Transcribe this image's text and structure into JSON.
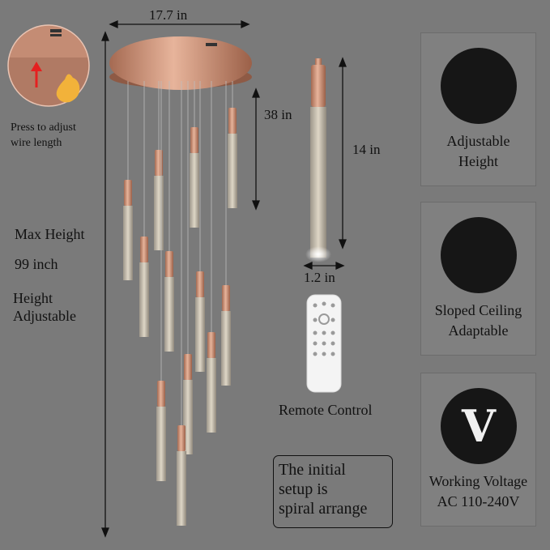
{
  "dimensions": {
    "width": "17.7 in",
    "drop": "38 in",
    "tube_length": "14 in",
    "tube_diameter": "1.2 in"
  },
  "inset": {
    "caption_line1": "Press to adjust",
    "caption_line2": "wire length"
  },
  "left_text": {
    "max_height_label": "Max Height",
    "max_height_value": "99 inch",
    "adjustable_line1": "Height",
    "adjustable_line2": "Adjustable"
  },
  "remote": {
    "label": "Remote Control"
  },
  "note": {
    "line1": "The initial",
    "line2": "setup is",
    "line3": "spiral arrange"
  },
  "features": [
    {
      "icon": "up-down-arrows-icon",
      "line1": "Adjustable",
      "line2": "Height"
    },
    {
      "icon": "sloped-ceiling-lamp-icon",
      "line1": "Sloped Ceiling",
      "line2": "Adaptable"
    },
    {
      "icon": "voltage-v-icon",
      "line1": "Working Voltage",
      "line2": "AC 110-240V",
      "symbol": "V"
    }
  ],
  "colors": {
    "background": "#7a7a7a",
    "panel": "#808080",
    "circle": "#161616",
    "rose_gold": "#c98f72",
    "crystal": "#c9c2b4"
  }
}
